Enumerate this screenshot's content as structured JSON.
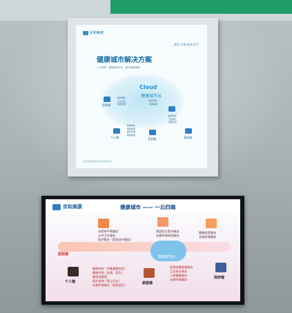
{
  "poster": {
    "logo": "京和美康",
    "nav": "首页 方案 新闻 关于",
    "title": "健康城市解决方案",
    "subtitle": "一云四端 · 健康服务平台 · 城市健康管理",
    "cloud_en": "Cloud",
    "cloud_cn": "健康城市云",
    "node_hospital": "医院端",
    "node_person": "个人端",
    "node_family": "家庭端",
    "node_gov": "政府端",
    "list_left": [
      "· 医疗服务",
      "· 公共卫生",
      "· 健康管理"
    ],
    "list_mid": [
      "· 医疗服务",
      "· 长期护理"
    ],
    "list_bottom": [
      "· 健康体检",
      "· 慢病管理",
      "· 医疗咨询",
      "· 健康档案"
    ],
    "list_right": [
      "· 政府监管",
      "· 卫生统计",
      "· 决策支持"
    ],
    "footer": "北京京和美康信息技术有限公司"
  },
  "screen": {
    "logo": "京和美康",
    "title": "健康城市 —— 一云四端",
    "left_text": [
      "非药物干预服务",
      "公共卫生服务",
      "医疗服务（医院治疗服务）"
    ],
    "mid_text": [
      "家庭医生签约服务",
      "长期护理保险服务"
    ],
    "right_text": [
      "健康档案服务",
      "长期护理服务"
    ],
    "hospital_tag": "医院端",
    "cloud_text": "健康城市云",
    "person_tag": "个人端",
    "family_tag": "家庭端",
    "gov_tag": "政府端",
    "person_text": [
      "健康体检（采集健康信息）",
      "健康评估（自我、医生）",
      "慢性病管理",
      "医疗咨询（网上问诊）",
      "长期护理服务（家庭医生）"
    ],
    "gov_text": [
      "医保结算管理服务",
      "卫生统计服务",
      "人群健康服务",
      "长期护理服务"
    ]
  },
  "colors": {
    "accent_green": "#1f9d6b",
    "screen_blue": "#1b4f86",
    "tag_red": "#d1352b"
  }
}
